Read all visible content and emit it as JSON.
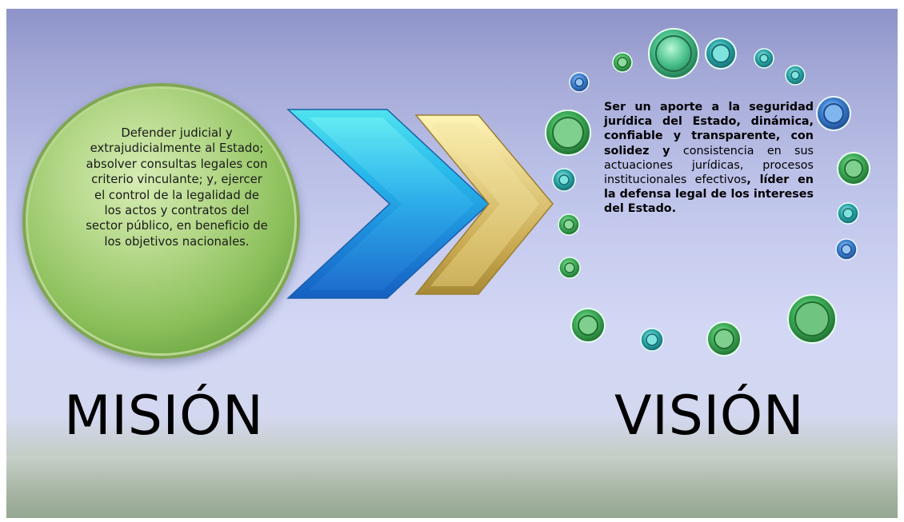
{
  "mission": {
    "text": "Defender judicial y extrajudicialmente al Estado; absolver consultas legales con criterio vinculante; y, ejercer el control de la legalidad de los actos y contratos del sector público, en beneficio de los objetivos nacionales.",
    "label": "MISIÓN"
  },
  "vision": {
    "segments": [
      {
        "text": "Ser un aporte a la seguridad jurídica del Estado, dinámica, confiable y transparente, con solidez y",
        "bold": true
      },
      {
        "text": " consistencia en sus actuaciones jurídicas, procesos institucionales efectivos",
        "bold": false
      },
      {
        "text": ", líder en la defensa legal de los intereses del Estado.",
        "bold": true
      }
    ],
    "label": "VISIÓN"
  },
  "colors": {
    "mission_circle": "#8bbf5a",
    "chevron_blue": "#2fa6e0",
    "chevron_gold": "#d9c27a",
    "bubble_green": "#3fae5a",
    "bubble_teal": "#2aa7a9",
    "bubble_blue": "#3a7fd0"
  }
}
